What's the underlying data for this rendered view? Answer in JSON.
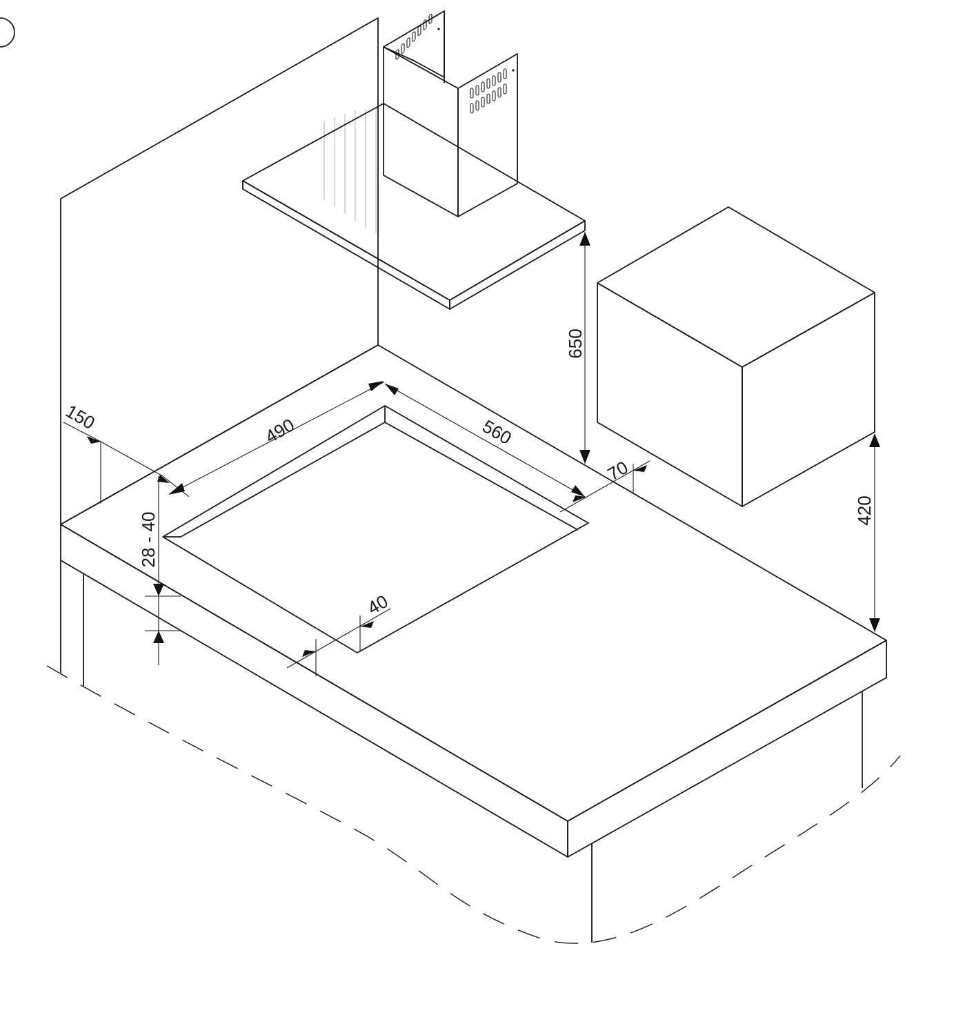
{
  "dimensions": {
    "hood_clearance": "650",
    "cutout_width": "490",
    "cutout_depth": "560",
    "wall_distance": "150",
    "worktop_thickness": "28 - 40",
    "front_margin": "40",
    "side_cabinet_distance": "70",
    "cabinet_clearance": "420"
  }
}
